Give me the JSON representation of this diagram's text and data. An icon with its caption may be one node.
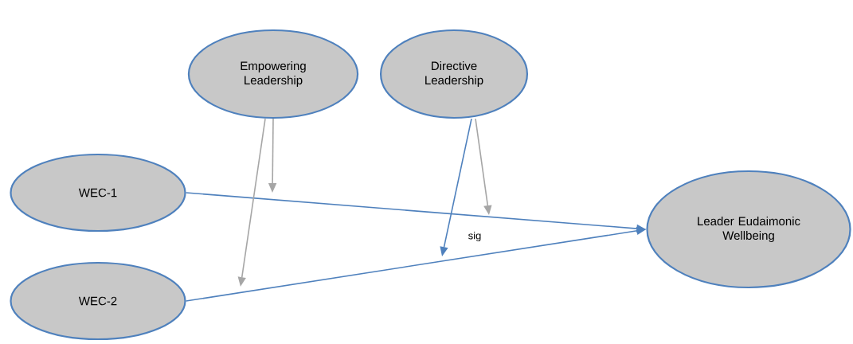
{
  "diagram": {
    "nodes": [
      {
        "text": [
          "Empowering Leadership"
        ]
      },
      {
        "text": [
          "Directive Leadership"
        ]
      },
      {
        "text": [
          "WEC-1"
        ]
      },
      {
        "text": [
          "WEC-2"
        ]
      },
      {
        "text": [
          "Leader Eudaimonic Wellbeing"
        ]
      }
    ],
    "edges": [
      {
        "from": 2,
        "to": 4,
        "arrow": "to"
      },
      {
        "from": 3,
        "to": 4,
        "arrow": "to"
      },
      {
        "from": 0,
        "to": null,
        "arrow": "to",
        "color": "#a6a6a6"
      },
      {
        "from": 0,
        "to": null,
        "arrow": "to",
        "color": "#a6a6a6"
      },
      {
        "from": 1,
        "to": null,
        "arrow": "to",
        "label": "sig"
      },
      {
        "from": 1,
        "to": null,
        "arrow": "to",
        "color": "#a6a6a6"
      }
    ]
  }
}
